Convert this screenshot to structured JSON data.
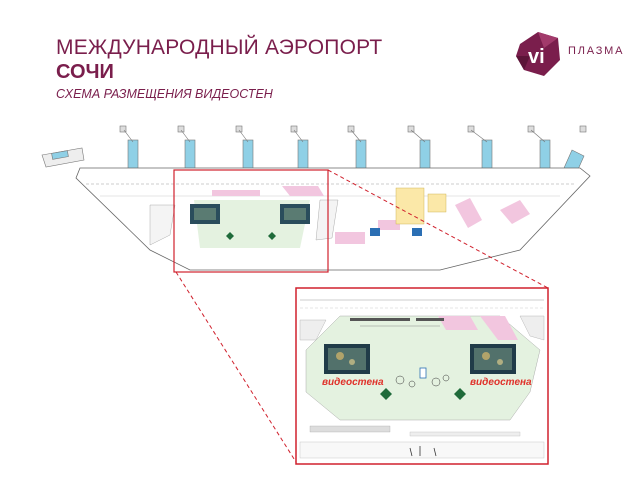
{
  "header": {
    "title_line1": "МЕЖДУНАРОДНЫЙ АЭРОПОРТ",
    "title_line2": "СОЧИ",
    "subtitle": "СХЕМА РАЗМЕЩЕНИЯ ВИДЕОСТЕН"
  },
  "logo": {
    "mark": "vi",
    "word": "ПЛАЗМА",
    "icon": "vi-plasma-logo"
  },
  "colors": {
    "accent": "#7a1e4c",
    "highlight_frame": "#d0212d",
    "floor_pink": "#f2c6df",
    "floor_green": "#e4f2e0",
    "jet_bridge_blue": "#8fd0e6",
    "wall_green": "#1f6b3a"
  },
  "inset": {
    "wall_left_label": "видеостена",
    "wall_right_label": "видеостена"
  }
}
